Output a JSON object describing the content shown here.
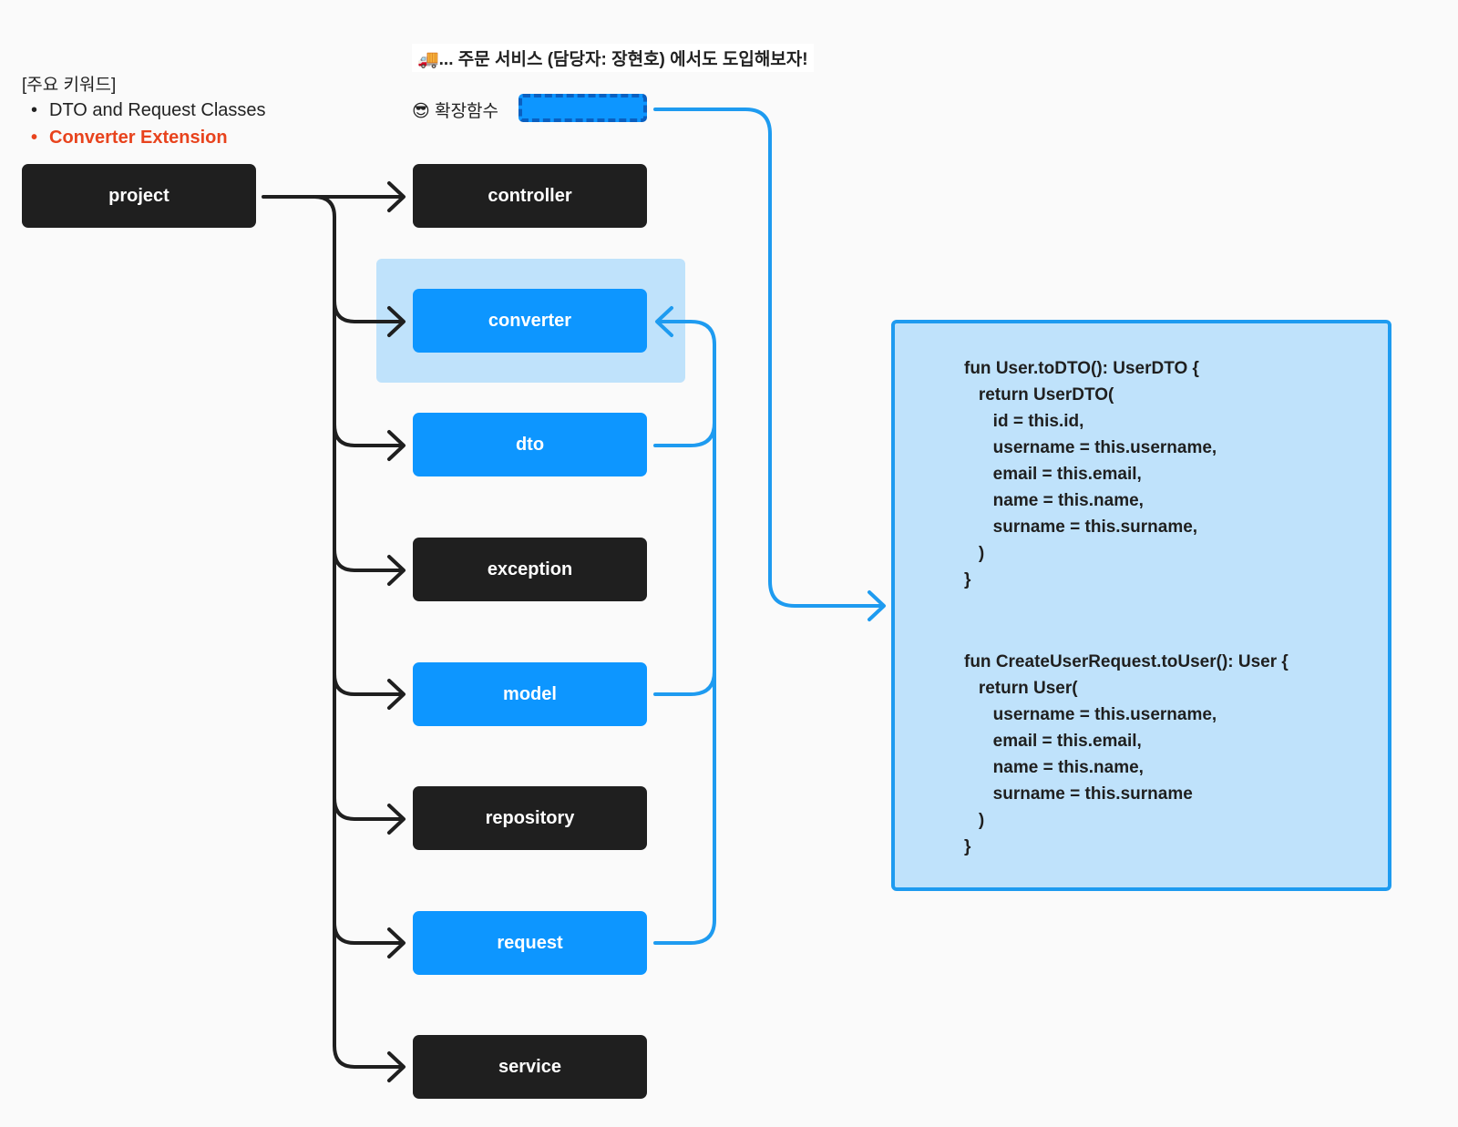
{
  "keywords": {
    "title": "[주요 키워드]",
    "items": [
      "DTO and Request Classes",
      "Converter Extension"
    ]
  },
  "announcement": "🚚... 주문 서비스 (담당자: 장현호) 에서도 도입해보자!",
  "extension": {
    "label": "😎 확장함수"
  },
  "root_node": "project",
  "packages": [
    {
      "label": "controller",
      "style": "dark"
    },
    {
      "label": "converter",
      "style": "blue"
    },
    {
      "label": "dto",
      "style": "blue"
    },
    {
      "label": "exception",
      "style": "dark"
    },
    {
      "label": "model",
      "style": "blue"
    },
    {
      "label": "repository",
      "style": "dark"
    },
    {
      "label": "request",
      "style": "blue"
    },
    {
      "label": "service",
      "style": "dark"
    }
  ],
  "code": {
    "lines": [
      "fun User.toDTO(): UserDTO {",
      "   return UserDTO(",
      "      id = this.id,",
      "      username = this.username,",
      "      email = this.email,",
      "      name = this.name,",
      "      surname = this.surname,",
      "   )",
      "}",
      "",
      "",
      "fun CreateUserRequest.toUser(): User {",
      "   return User(",
      "      username = this.username,",
      "      email = this.email,",
      "      name = this.name,",
      "      surname = this.surname",
      "   )",
      "}"
    ]
  },
  "colors": {
    "accent_blue": "#0d96ff",
    "dark_node": "#1f1f1f",
    "highlight_bg": "#bfe2fb",
    "keyword_highlight": "#e8431d"
  }
}
